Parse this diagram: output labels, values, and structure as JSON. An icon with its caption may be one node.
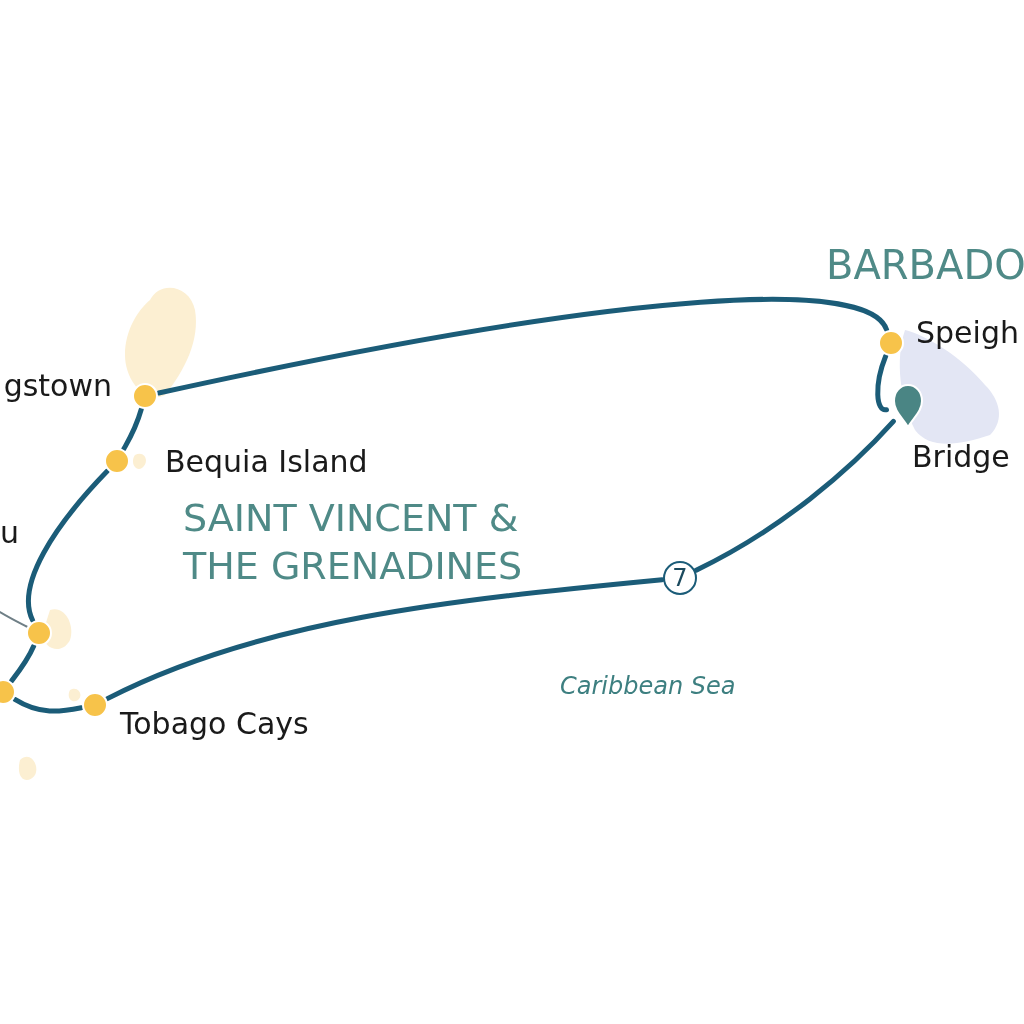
{
  "diagram": {
    "nodes": [
      {
        "text": [],
        "shape": "circle",
        "beside": [
          "Speigh"
        ]
      },
      {
        "text": [],
        "shape": "pin",
        "beside": [
          "Bridge"
        ]
      },
      {
        "text": [],
        "shape": "circle",
        "beside": [
          "gstown"
        ]
      },
      {
        "text": [],
        "shape": "circle",
        "beside": [
          "Bequia Island"
        ]
      },
      {
        "text": [],
        "shape": "circle"
      },
      {
        "text": [],
        "shape": "circle"
      },
      {
        "text": [],
        "shape": "circle",
        "beside": [
          "Tobago Cays"
        ]
      },
      {
        "text": [
          "7"
        ]
      }
    ],
    "edges": [
      {
        "from": 1,
        "to": 0,
        "arrow": "none"
      },
      {
        "from": 0,
        "to": 2,
        "arrow": "none"
      },
      {
        "from": 2,
        "to": 3,
        "arrow": "none"
      },
      {
        "from": 3,
        "to": 4,
        "arrow": "none"
      },
      {
        "from": 4,
        "to": 5,
        "arrow": "none"
      },
      {
        "from": 5,
        "to": 6,
        "arrow": "none"
      },
      {
        "from": 6,
        "to": 7,
        "arrow": "none"
      },
      {
        "from": 7,
        "to": 1,
        "arrow": "none"
      },
      {
        "from": null,
        "to": 4,
        "arrow": "none",
        "color": "#6f7f86"
      }
    ],
    "labels": [
      "BARBADO",
      "u",
      "SAINT VINCENT & THE GRENADINES",
      "Caribbean Sea"
    ]
  }
}
